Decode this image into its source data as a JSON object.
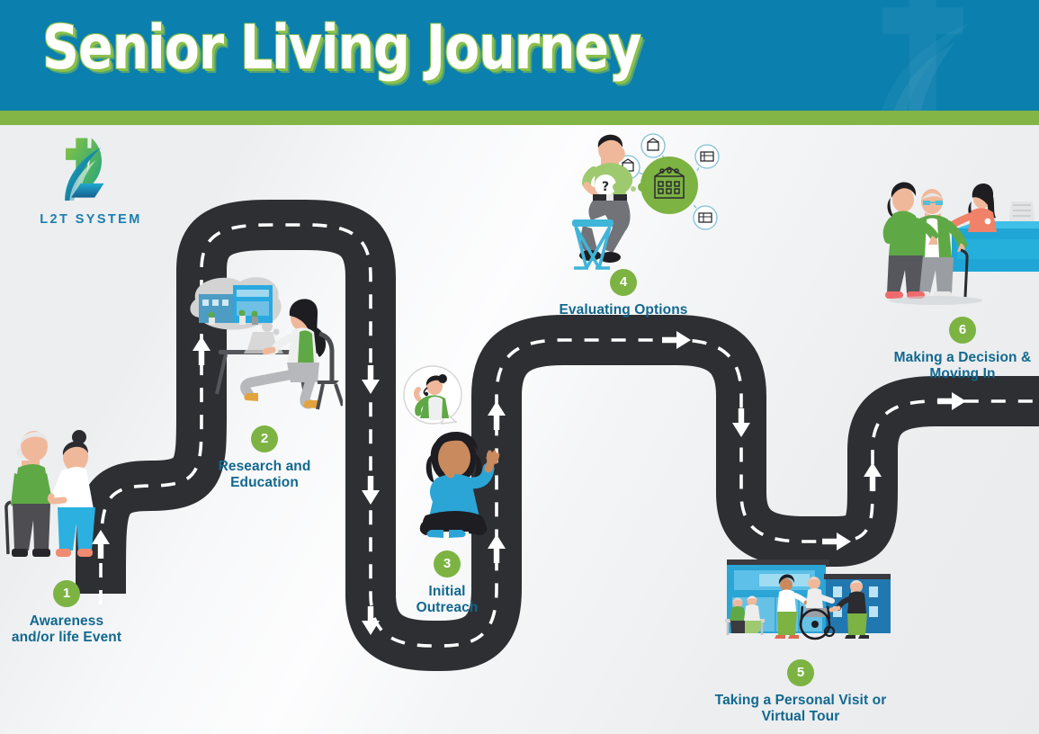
{
  "header": {
    "title": "Senior Living Journey",
    "bg_color": "#0b7fad",
    "accent_bar_color": "#82b545",
    "watermark_icon": "l2t-logo-watermark"
  },
  "logo": {
    "text": "L2T SYSTEM",
    "mark_icon": "l2t-leaf-cross-logo",
    "green": "#5cb947",
    "blue": "#1a7fae"
  },
  "road": {
    "surface_color": "#2d2f33",
    "dash_color": "#ffffff",
    "arrow_icon": "direction-arrow-icon"
  },
  "colors": {
    "badge_green": "#7cb342",
    "label_blue": "#12688f",
    "header_blue": "#0b7fad",
    "accent_green": "#82b545"
  },
  "steps": [
    {
      "number": "1",
      "label_line1": "Awareness",
      "label_line2": "and/or life Event",
      "illustration": "elderly-man-with-cane-and-caregiver-illustration"
    },
    {
      "number": "2",
      "label_line1": "Research and",
      "label_line2": "Education",
      "illustration": "woman-at-laptop-with-facility-thought-bubble-illustration"
    },
    {
      "number": "3",
      "label_line1": "Initial",
      "label_line2": "Outreach",
      "illustration": "woman-on-phone-with-call-agent-bubble-illustration"
    },
    {
      "number": "4",
      "label_line1": "Evaluating Options",
      "label_line2": "",
      "illustration": "man-on-stool-comparing-facility-options-illustration"
    },
    {
      "number": "5",
      "label_line1": "Taking a Personal Visit or",
      "label_line2": "Virtual Tour",
      "illustration": "senior-living-facility-tour-illustration"
    },
    {
      "number": "6",
      "label_line1": "Making a Decision &",
      "label_line2": "Moving In",
      "illustration": "family-at-reception-desk-moving-in-illustration"
    }
  ]
}
